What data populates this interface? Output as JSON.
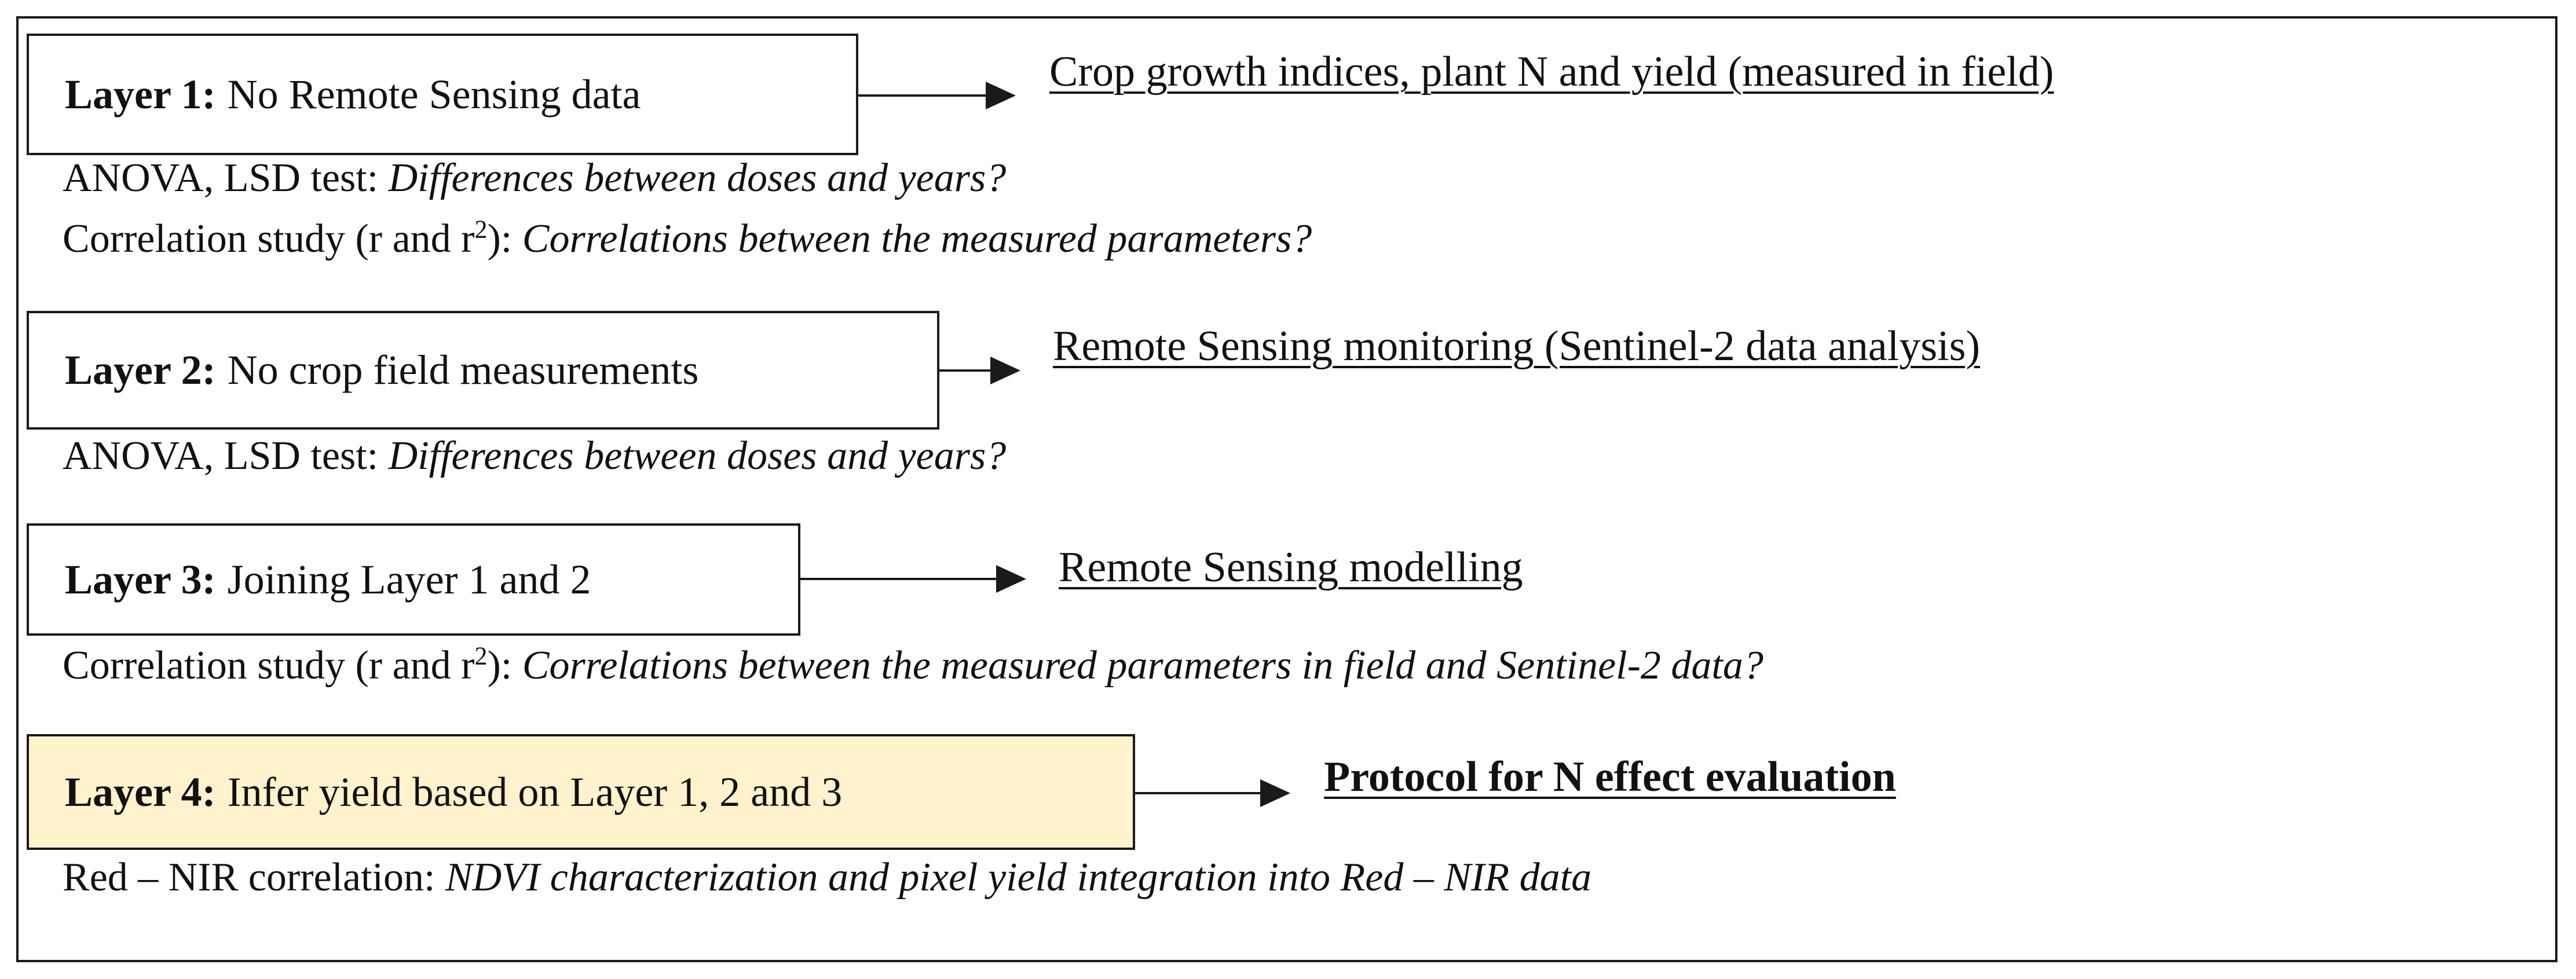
{
  "layers": [
    {
      "label": "Layer 1:",
      "description": "No Remote Sensing data",
      "outcome": "Crop growth indices, plant N and yield (measured in field)",
      "analyses": [
        {
          "method": "ANOVA, LSD test:",
          "question": "Differences between doses and years?"
        },
        {
          "method_pre": "Correlation study (r and r",
          "sup": "2",
          "method_post": "):",
          "question": "Correlations between the measured parameters?"
        }
      ]
    },
    {
      "label": "Layer 2:",
      "description": "No crop field measurements",
      "outcome": "Remote Sensing monitoring (Sentinel-2 data analysis)",
      "analyses": [
        {
          "method": "ANOVA, LSD test:",
          "question": "Differences between doses and years?"
        }
      ]
    },
    {
      "label": "Layer 3:",
      "description": "Joining Layer 1 and 2",
      "outcome": "Remote Sensing modelling",
      "analyses": [
        {
          "method_pre": "Correlation study (r and r",
          "sup": "2",
          "method_post": "):",
          "question": "Correlations between the measured parameters in field and Sentinel-2 data?"
        }
      ]
    },
    {
      "label": "Layer 4:",
      "description": "Infer yield based on Layer 1, 2 and 3",
      "outcome": "Protocol for N effect evaluation",
      "analyses": [
        {
          "method": "Red – NIR correlation:",
          "question": "NDVI characterization and pixel yield integration into Red – NIR data"
        }
      ]
    }
  ],
  "colors": {
    "highlight_fill": "#fff2cc",
    "stroke": "#1a1a1a"
  }
}
